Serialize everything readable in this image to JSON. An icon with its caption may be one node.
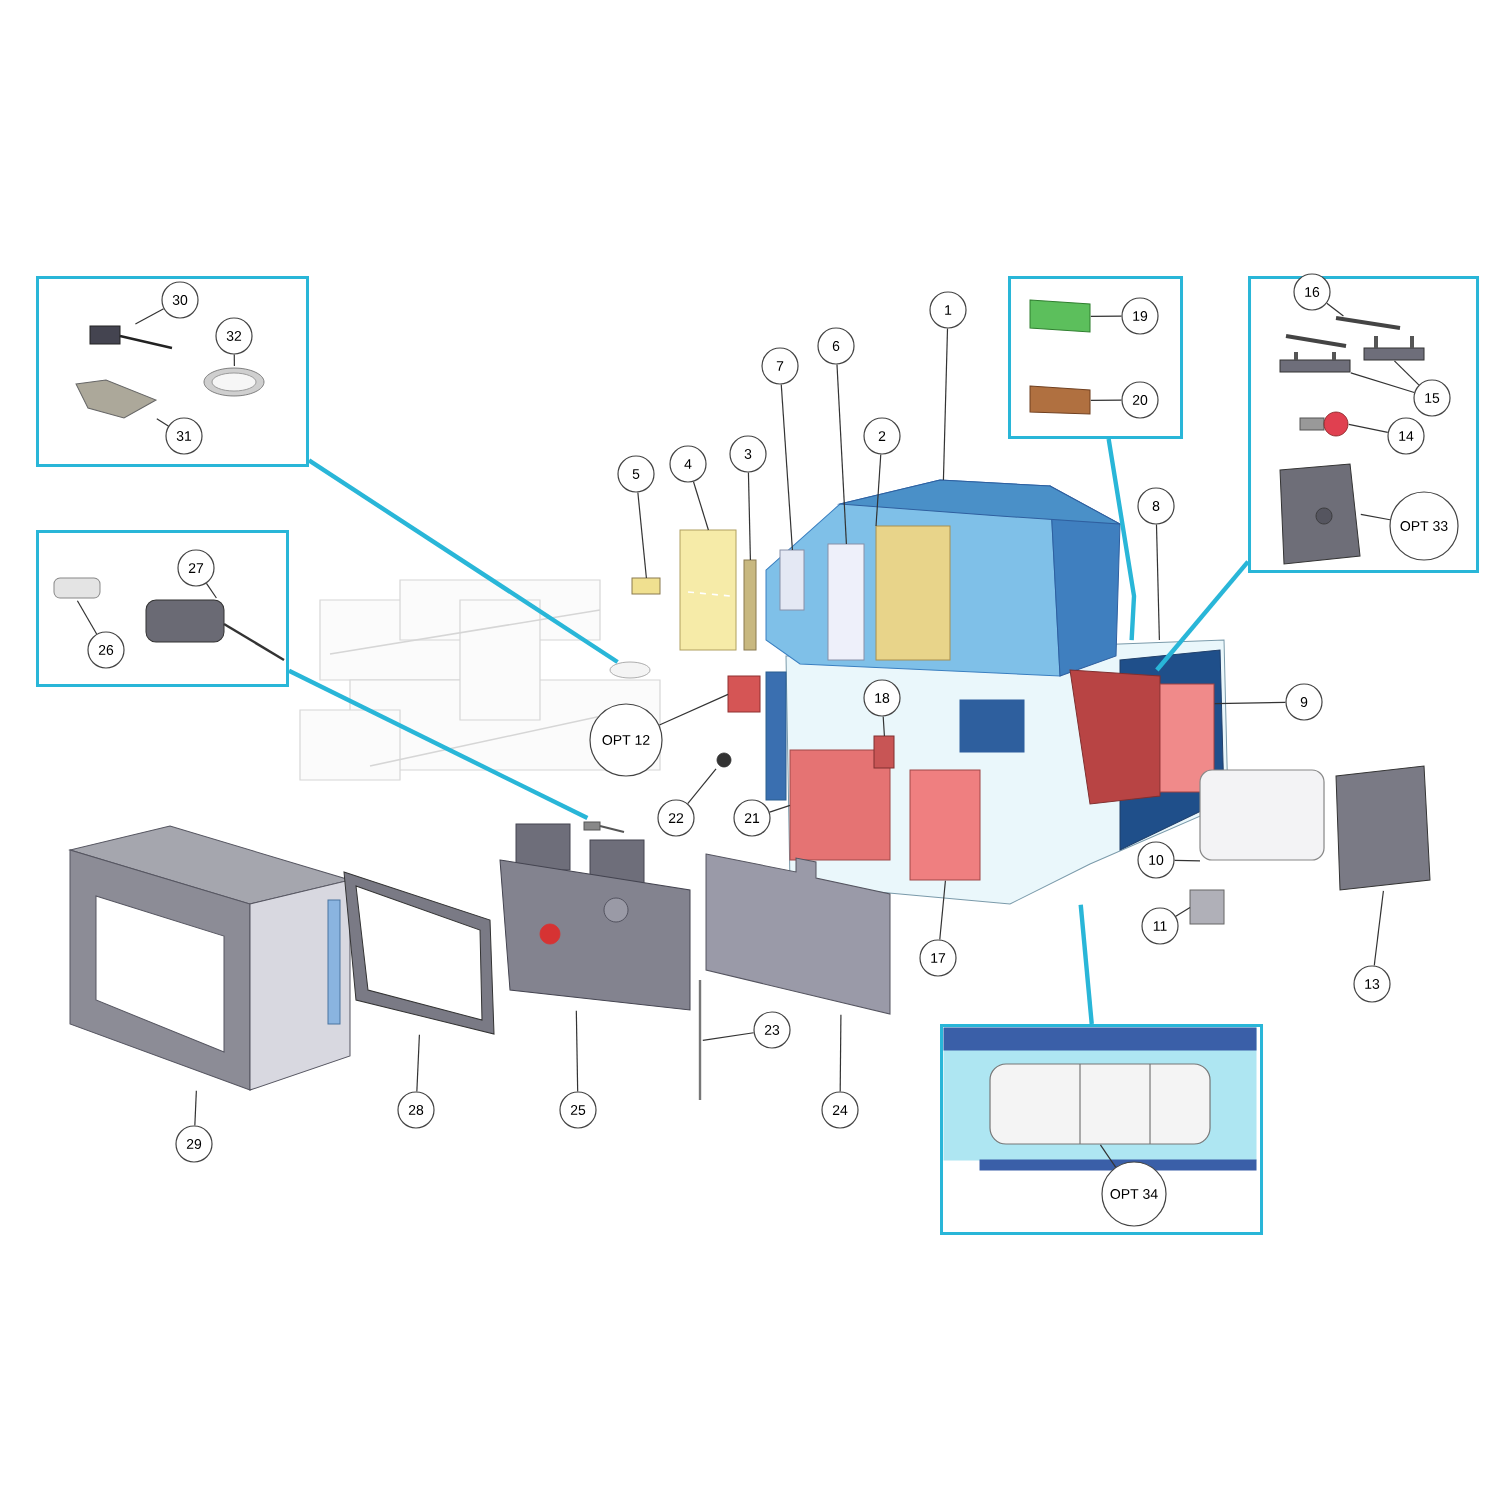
{
  "diagram": {
    "nodes": [
      {
        "text": [],
        "shape": "box"
      },
      {
        "text": [
          "30"
        ],
        "in": 0
      },
      {
        "text": [
          "32"
        ],
        "in": 0
      },
      {
        "text": [
          "31"
        ],
        "in": 0
      },
      {
        "text": [],
        "shape": "box"
      },
      {
        "text": [
          "27"
        ],
        "in": 4
      },
      {
        "text": [
          "26"
        ],
        "in": 4
      },
      {
        "text": [],
        "shape": "box"
      },
      {
        "text": [
          "19"
        ],
        "in": 7
      },
      {
        "text": [
          "20"
        ],
        "in": 7
      },
      {
        "text": [],
        "shape": "box"
      },
      {
        "text": [
          "16"
        ],
        "in": 10
      },
      {
        "text": [
          "15"
        ],
        "in": 10
      },
      {
        "text": [
          "14"
        ],
        "in": 10
      },
      {
        "text": [
          "OPT 33"
        ],
        "in": 10
      },
      {
        "text": [
          "1"
        ]
      },
      {
        "text": [
          "6"
        ]
      },
      {
        "text": [
          "7"
        ]
      },
      {
        "text": [
          "2"
        ]
      },
      {
        "text": [
          "3"
        ]
      },
      {
        "text": [
          "4"
        ]
      },
      {
        "text": [
          "5"
        ]
      },
      {
        "text": [
          "8"
        ]
      },
      {
        "text": [
          "18"
        ],
        "in": 58
      },
      {
        "text": [
          "9"
        ]
      },
      {
        "text": [
          "OPT 12"
        ]
      },
      {
        "text": [
          "22"
        ]
      },
      {
        "text": [
          "21"
        ]
      },
      {
        "text": [
          "10"
        ]
      },
      {
        "text": [
          "11"
        ]
      },
      {
        "text": [
          "17"
        ]
      },
      {
        "text": [
          "13"
        ]
      },
      {
        "text": [
          "23"
        ]
      },
      {
        "text": [],
        "shape": "box"
      },
      {
        "text": [
          "OPT 34"
        ],
        "in": 33
      },
      {
        "text": [
          "24"
        ]
      },
      {
        "text": [
          "25"
        ]
      },
      {
        "text": [
          "28"
        ]
      },
      {
        "text": [
          "29"
        ]
      },
      {
        "text": [],
        "shape": "picture",
        "in": 0
      },
      {
        "text": [],
        "shape": "picture",
        "in": 0
      },
      {
        "text": [],
        "shape": "box",
        "in": 0
      },
      {
        "text": [],
        "shape": "picture",
        "in": 4
      },
      {
        "text": [],
        "shape": "box",
        "in": 4
      },
      {
        "text": [],
        "shape": "box",
        "in": 7
      },
      {
        "text": [],
        "shape": "box",
        "in": 7
      },
      {
        "text": [],
        "shape": "picture",
        "in": 10
      },
      {
        "text": [],
        "shape": "box",
        "in": 10
      },
      {
        "text": [],
        "shape": "box",
        "in": 10
      },
      {
        "text": [],
        "shape": "circle",
        "in": 10
      },
      {
        "text": [],
        "shape": "picture",
        "in": 10
      },
      {
        "text": [],
        "shape": "picture"
      },
      {
        "text": [],
        "shape": "box",
        "in": 51
      },
      {
        "text": [],
        "shape": "box",
        "in": 51
      },
      {
        "text": [],
        "shape": "box",
        "in": 51
      },
      {
        "text": [],
        "shape": "box"
      },
      {
        "text": [],
        "shape": "box"
      },
      {
        "text": [],
        "shape": "box"
      },
      {
        "text": [],
        "shape": "picture"
      },
      {
        "text": [],
        "shape": "box",
        "in": 58
      },
      {
        "text": [],
        "shape": "box",
        "in": 58
      },
      {
        "text": [],
        "shape": "box"
      },
      {
        "text": [],
        "shape": "circle"
      },
      {
        "text": [],
        "shape": "box",
        "in": 58
      },
      {
        "text": [],
        "shape": "box"
      },
      {
        "text": [],
        "shape": "box"
      },
      {
        "text": [],
        "shape": "box",
        "in": 58
      },
      {
        "text": [],
        "shape": "box"
      },
      {
        "text": [],
        "shape": "bar"
      },
      {
        "text": [],
        "shape": "picture",
        "in": 33
      },
      {
        "text": [],
        "shape": "box"
      },
      {
        "text": [],
        "shape": "picture"
      },
      {
        "text": [],
        "shape": "picture"
      },
      {
        "text": [],
        "shape": "picture"
      },
      {
        "text": [],
        "shape": "circle"
      },
      {
        "text": [],
        "shape": "picture"
      }
    ],
    "edges": [
      {
        "from": 1,
        "to": 39,
        "arrow": "none"
      },
      {
        "from": 2,
        "to": 40,
        "arrow": "none"
      },
      {
        "from": 3,
        "to": 41,
        "arrow": "none"
      },
      {
        "from": 5,
        "to": 42,
        "arrow": "none"
      },
      {
        "from": 6,
        "to": 43,
        "arrow": "none"
      },
      {
        "from": 8,
        "to": 44,
        "arrow": "none"
      },
      {
        "from": 9,
        "to": 45,
        "arrow": "none"
      },
      {
        "from": 11,
        "to": 46,
        "arrow": "none"
      },
      {
        "from": 12,
        "to": 47,
        "arrow": "none"
      },
      {
        "from": 12,
        "to": 48,
        "arrow": "none"
      },
      {
        "from": 13,
        "to": 49,
        "arrow": "none"
      },
      {
        "from": 14,
        "to": 50,
        "arrow": "none"
      },
      {
        "from": 15,
        "to": 51,
        "arrow": "none"
      },
      {
        "from": 16,
        "to": 53,
        "arrow": "none"
      },
      {
        "from": 17,
        "to": 52,
        "arrow": "none"
      },
      {
        "from": 18,
        "to": 54,
        "arrow": "none"
      },
      {
        "from": 19,
        "to": 55,
        "arrow": "none"
      },
      {
        "from": 20,
        "to": 56,
        "arrow": "none"
      },
      {
        "from": 21,
        "to": 57,
        "arrow": "none"
      },
      {
        "from": 22,
        "to": 58,
        "arrow": "none"
      },
      {
        "from": 23,
        "to": 59,
        "arrow": "none"
      },
      {
        "from": 24,
        "to": 60,
        "arrow": "none"
      },
      {
        "from": 25,
        "to": 61,
        "arrow": "none"
      },
      {
        "from": 26,
        "to": 62,
        "arrow": "none"
      },
      {
        "from": 27,
        "to": 63,
        "arrow": "none"
      },
      {
        "from": 28,
        "to": 64,
        "arrow": "none"
      },
      {
        "from": 29,
        "to": 65,
        "arrow": "none"
      },
      {
        "from": 30,
        "to": 66,
        "arrow": "none"
      },
      {
        "from": 31,
        "to": 67,
        "arrow": "none"
      },
      {
        "from": 32,
        "to": 68,
        "arrow": "none"
      },
      {
        "from": 34,
        "to": 69,
        "arrow": "none"
      },
      {
        "from": 35,
        "to": 70,
        "arrow": "none"
      },
      {
        "from": 36,
        "to": 71,
        "arrow": "none"
      },
      {
        "from": 37,
        "to": 72,
        "arrow": "none"
      },
      {
        "from": 38,
        "to": 73,
        "arrow": "none"
      },
      {
        "from": 0,
        "to": 74,
        "arrow": "none",
        "style": "thick",
        "color": "#29b6d8"
      },
      {
        "from": 4,
        "to": 75,
        "arrow": "none",
        "style": "thick",
        "color": "#29b6d8"
      },
      {
        "from": 7,
        "to": 58,
        "arrow": "none",
        "style": "thick",
        "color": "#29b6d8"
      },
      {
        "from": 10,
        "to": 60,
        "arrow": "none",
        "style": "thick",
        "color": "#29b6d8"
      },
      {
        "from": 33,
        "to": 58,
        "arrow": "none",
        "style": "thick",
        "color": "#29b6d8"
      }
    ]
  }
}
